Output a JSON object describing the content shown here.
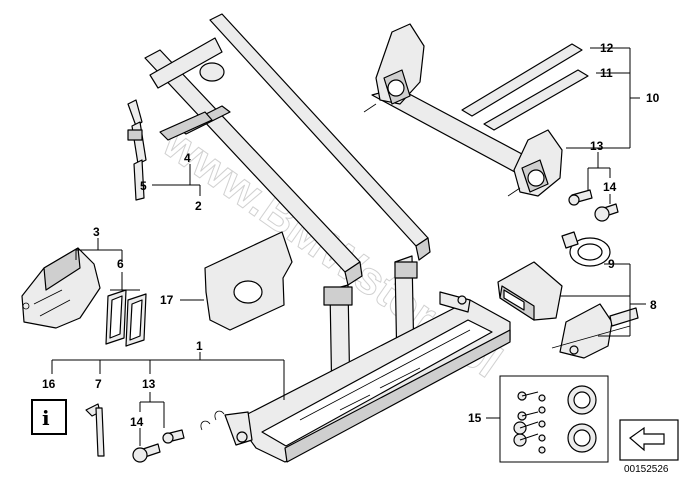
{
  "callouts": {
    "c1": "1",
    "c2": "2",
    "c3": "3",
    "c4": "4",
    "c5": "5",
    "c6": "6",
    "c7": "7",
    "c8": "8",
    "c9": "9",
    "c10": "10",
    "c11": "11",
    "c12": "12",
    "c13_top": "13",
    "c13_bottom": "13",
    "c14_top": "14",
    "c14_bottom": "14",
    "c15": "15",
    "c16": "16",
    "c17": "17"
  },
  "watermark": "www.BMWstore.pl",
  "reference_number": "00152526",
  "icons": [
    "info-icon",
    "arrow-box-icon"
  ]
}
